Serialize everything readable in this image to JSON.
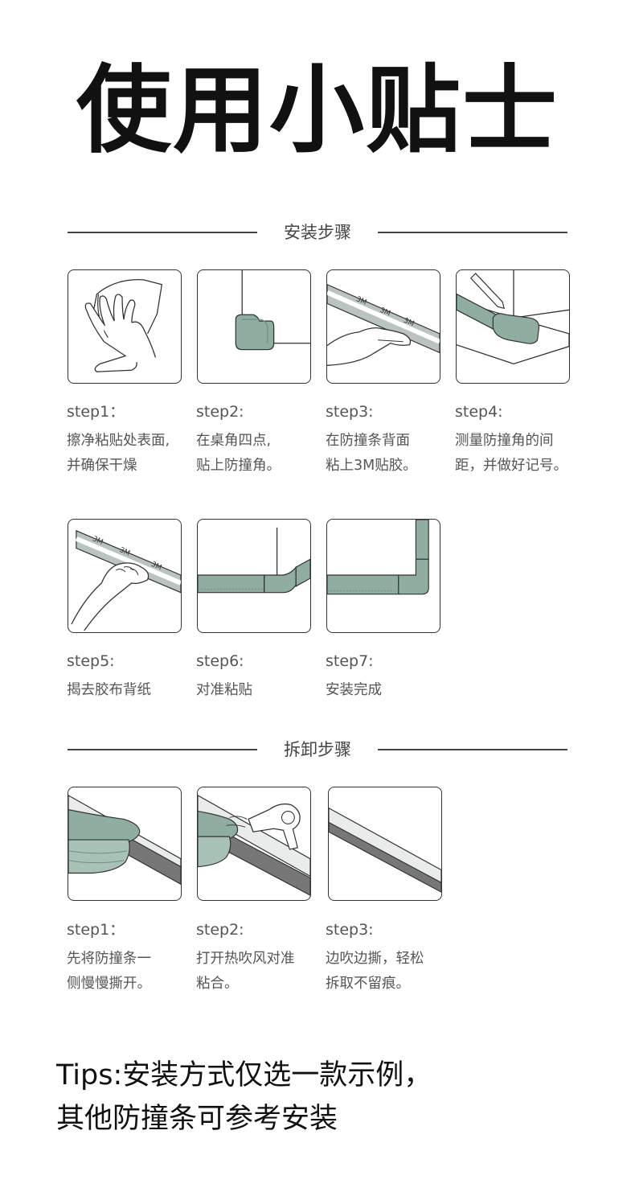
{
  "title": "使用小贴士",
  "install_section": {
    "heading": "安装步骤",
    "steps": [
      {
        "label": "step1：",
        "line1": "擦净粘贴处表面,",
        "line2": "并确保干燥"
      },
      {
        "label": "step2:",
        "line1": "在桌角四点,",
        "line2": "贴上防撞角。"
      },
      {
        "label": "step3:",
        "line1": "在防撞条背面",
        "line2": "粘上3M贴胶。"
      },
      {
        "label": "step4:",
        "line1": "测量防撞角的间",
        "line2": "距，并做好记号。"
      },
      {
        "label": "step5:",
        "line1": "揭去胶布背纸"
      },
      {
        "label": "step6:",
        "line1": "对准粘贴"
      },
      {
        "label": "step7:",
        "line1": "安装完成"
      }
    ]
  },
  "remove_section": {
    "heading": "拆卸步骤",
    "steps": [
      {
        "label": "step1：",
        "line1": "先将防撞条一",
        "line2": "侧慢慢撕开。"
      },
      {
        "label": "step2:",
        "line1": "打开热吹风对准",
        "line2": "粘合。"
      },
      {
        "label": "step3:",
        "line1": "边吹边撕，轻松",
        "line2": "拆取不留痕。"
      }
    ]
  },
  "tips": {
    "line1": "Tips:安装方式仅选一款示例，",
    "line2": "其他防撞条可参考安装"
  },
  "tape_text": "3M",
  "colors": {
    "product_green": "#8fae9f",
    "product_green_dark": "#6e8f80",
    "tape_gray": "#b9c4c0",
    "outline": "#333333"
  }
}
